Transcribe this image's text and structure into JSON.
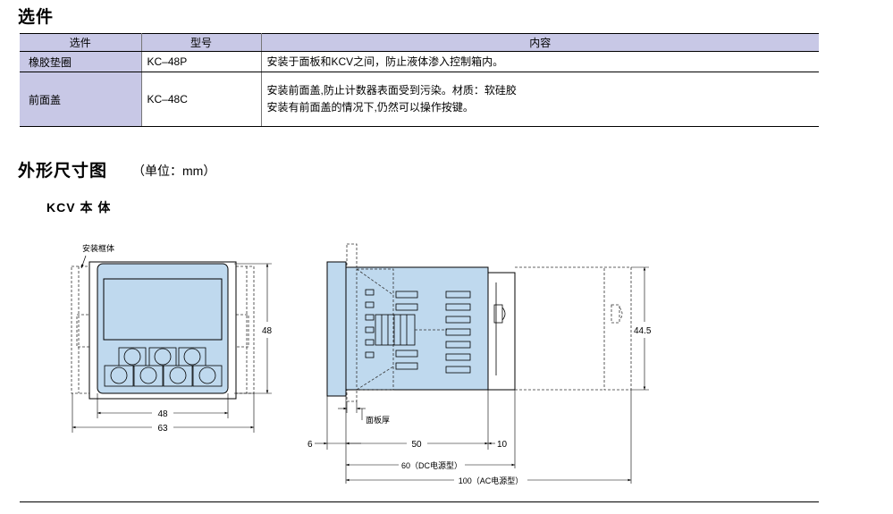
{
  "options": {
    "title": "选件",
    "columns": [
      "选件",
      "型号",
      "内容"
    ],
    "rows": [
      {
        "name": "橡胶垫圈",
        "model": "KC–48P",
        "lines": [
          "安装于面板和KCV之间，防止液体渗入控制箱内。"
        ]
      },
      {
        "name": "前面盖",
        "model": "KC–48C",
        "lines": [
          "安装前面盖,防止计数器表面受到污染。材质：软硅胶",
          "安装有前面盖的情况下,仍然可以操作按键。"
        ]
      }
    ]
  },
  "dimensions": {
    "title": "外形尺寸图",
    "unit_note": "（单位：mm）",
    "subtitle": "KCV 本 体",
    "labels": {
      "mount_frame": "安装框体",
      "panel_thickness": "面板厚",
      "dim_48_height": "48",
      "dim_48_width": "48",
      "dim_63": "63",
      "dim_44_5": "44.5",
      "dim_6": "6",
      "dim_50": "50",
      "dim_10": "10",
      "dim_60": "60（DC电源型）",
      "dim_100": "100（AC电源型）"
    }
  },
  "colors": {
    "table_header": "#c8c8e6",
    "device_fill": "#bfd9ee"
  }
}
